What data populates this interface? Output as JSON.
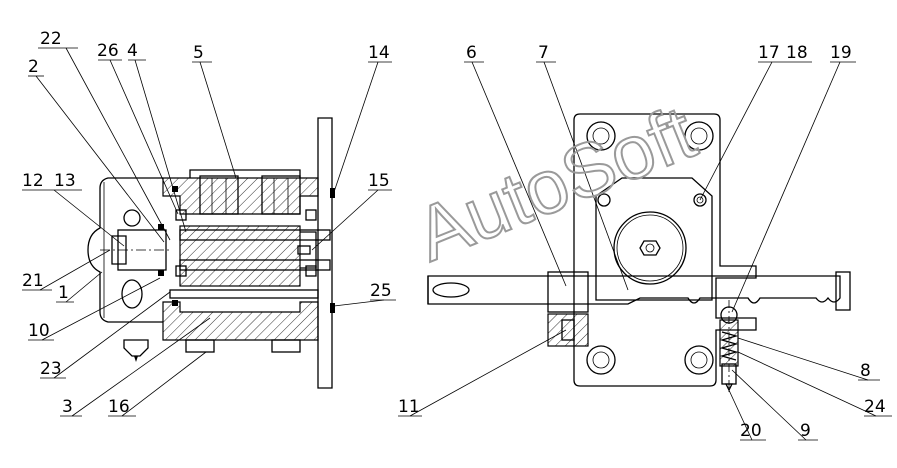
{
  "diagram": {
    "watermark": "AutoSoft",
    "callouts": [
      {
        "id": "c22",
        "label": "22"
      },
      {
        "id": "c26",
        "label": "26"
      },
      {
        "id": "c4",
        "label": "4"
      },
      {
        "id": "c5",
        "label": "5"
      },
      {
        "id": "c14",
        "label": "14"
      },
      {
        "id": "c2",
        "label": "2"
      },
      {
        "id": "c12",
        "label": "12"
      },
      {
        "id": "c13",
        "label": "13"
      },
      {
        "id": "c15",
        "label": "15"
      },
      {
        "id": "c21",
        "label": "21"
      },
      {
        "id": "c1",
        "label": "1"
      },
      {
        "id": "c10",
        "label": "10"
      },
      {
        "id": "c23",
        "label": "23"
      },
      {
        "id": "c3",
        "label": "3"
      },
      {
        "id": "c16",
        "label": "16"
      },
      {
        "id": "c25",
        "label": "25"
      },
      {
        "id": "c6",
        "label": "6"
      },
      {
        "id": "c7",
        "label": "7"
      },
      {
        "id": "c17",
        "label": "17"
      },
      {
        "id": "c18",
        "label": "18"
      },
      {
        "id": "c19",
        "label": "19"
      },
      {
        "id": "c11",
        "label": "11"
      },
      {
        "id": "c8",
        "label": "8"
      },
      {
        "id": "c24",
        "label": "24"
      },
      {
        "id": "c20",
        "label": "20"
      },
      {
        "id": "c9",
        "label": "9"
      }
    ]
  }
}
